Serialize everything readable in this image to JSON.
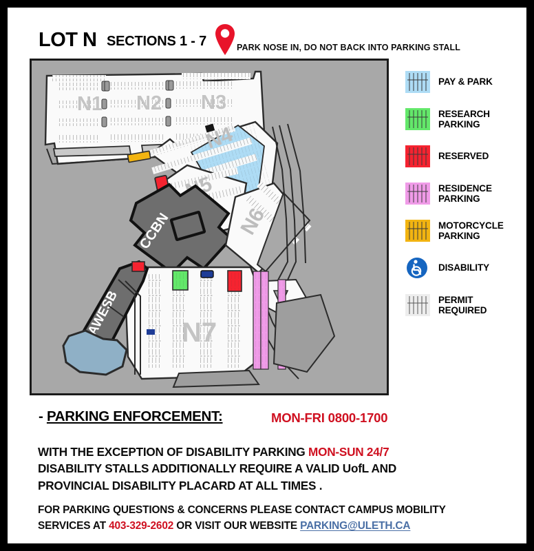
{
  "header": {
    "lot_title": "LOT N",
    "sections_title": "SECTIONS 1 - 7",
    "pin_icon": "map-pin-icon",
    "notice": "PARK NOSE IN, DO NOT BACK INTO PARKING STALL"
  },
  "legend": {
    "items": [
      {
        "label": "PAY & PARK",
        "swatch": "stall-hatch-swatch",
        "color": "#AEDCF5"
      },
      {
        "label": "RESEARCH\nPARKING",
        "swatch": "stall-hatch-swatch",
        "color": "#63E86A"
      },
      {
        "label": "RESERVED",
        "swatch": "stall-hatch-swatch",
        "color": "#F52330"
      },
      {
        "label": "RESIDENCE\nPARKING",
        "swatch": "stall-hatch-swatch",
        "color": "#F09BE8"
      },
      {
        "label": "MOTORCYCLE\nPARKING",
        "swatch": "stall-hatch-swatch",
        "color": "#F2B411"
      },
      {
        "label": "DISABILITY",
        "swatch": "wheelchair-icon",
        "color": "#1565C0"
      },
      {
        "label": "PERMIT\nREQUIRED",
        "swatch": "stall-hatch-swatch",
        "color": "#EDEDED"
      }
    ]
  },
  "map": {
    "background_color": "#A8A8A8",
    "lot_fill": "#FAFAFA",
    "building_fill": "#6E6E6E",
    "water_fill": "#8FB0C6",
    "section_labels": [
      "N1",
      "N2",
      "N3",
      "N4",
      "N5",
      "N6",
      "N7"
    ],
    "building_labels": [
      "CCBN",
      "AWESB"
    ],
    "marked_areas": [
      {
        "name": "pay-and-park-n4",
        "type": "PAY & PARK",
        "color": "#AEDCF5",
        "section": "N4"
      },
      {
        "name": "motorcycle-n4",
        "type": "MOTORCYCLE PARKING",
        "color": "#F2B411",
        "section": "N4"
      },
      {
        "name": "reserved-n5",
        "type": "RESERVED",
        "color": "#F52330",
        "section": "N5"
      },
      {
        "name": "research-n7",
        "type": "RESEARCH PARKING",
        "color": "#63E86A",
        "section": "N7"
      },
      {
        "name": "disability-n7-a",
        "type": "DISABILITY",
        "color": "#1E3C96",
        "section": "N7"
      },
      {
        "name": "reserved-n7",
        "type": "RESERVED",
        "color": "#F52330",
        "section": "N7"
      },
      {
        "name": "residence-n7-a",
        "type": "RESIDENCE PARKING",
        "color": "#F09BE8",
        "section": "N7"
      },
      {
        "name": "residence-n7-b",
        "type": "RESIDENCE PARKING",
        "color": "#F09BE8",
        "section": "N7"
      },
      {
        "name": "motorcycle-n7",
        "type": "MOTORCYCLE PARKING",
        "color": "#F2B411",
        "section": "N7"
      },
      {
        "name": "reserved-awesb",
        "type": "RESERVED",
        "color": "#F52330",
        "section": "AWESB"
      },
      {
        "name": "disability-n7-b",
        "type": "DISABILITY",
        "color": "#1E3C96",
        "section": "N7"
      }
    ]
  },
  "footer": {
    "enforcement_label_prefix": "- ",
    "enforcement_label": "PARKING ENFORCEMENT:",
    "enforcement_hours": "MON-FRI 0800-1700",
    "exception_line1_a": "WITH THE EXCEPTION OF DISABILITY PARKING ",
    "exception_line1_red": "MON-SUN 24/7",
    "exception_line2": "DISABILITY STALLS ADDITIONALLY REQUIRE A VALID UofL  AND",
    "exception_line3": "PROVINCIAL DISABILITY PLACARD AT ALL TIMES .",
    "contact_line1": "FOR PARKING QUESTIONS & CONCERNS PLEASE CONTACT CAMPUS MOBILITY",
    "contact_line2_a": "SERVICES AT ",
    "contact_phone": "403-329-2602",
    "contact_line2_b": " OR VISIT OUR WEBSITE ",
    "contact_website": "PARKING@ULETH.CA"
  }
}
